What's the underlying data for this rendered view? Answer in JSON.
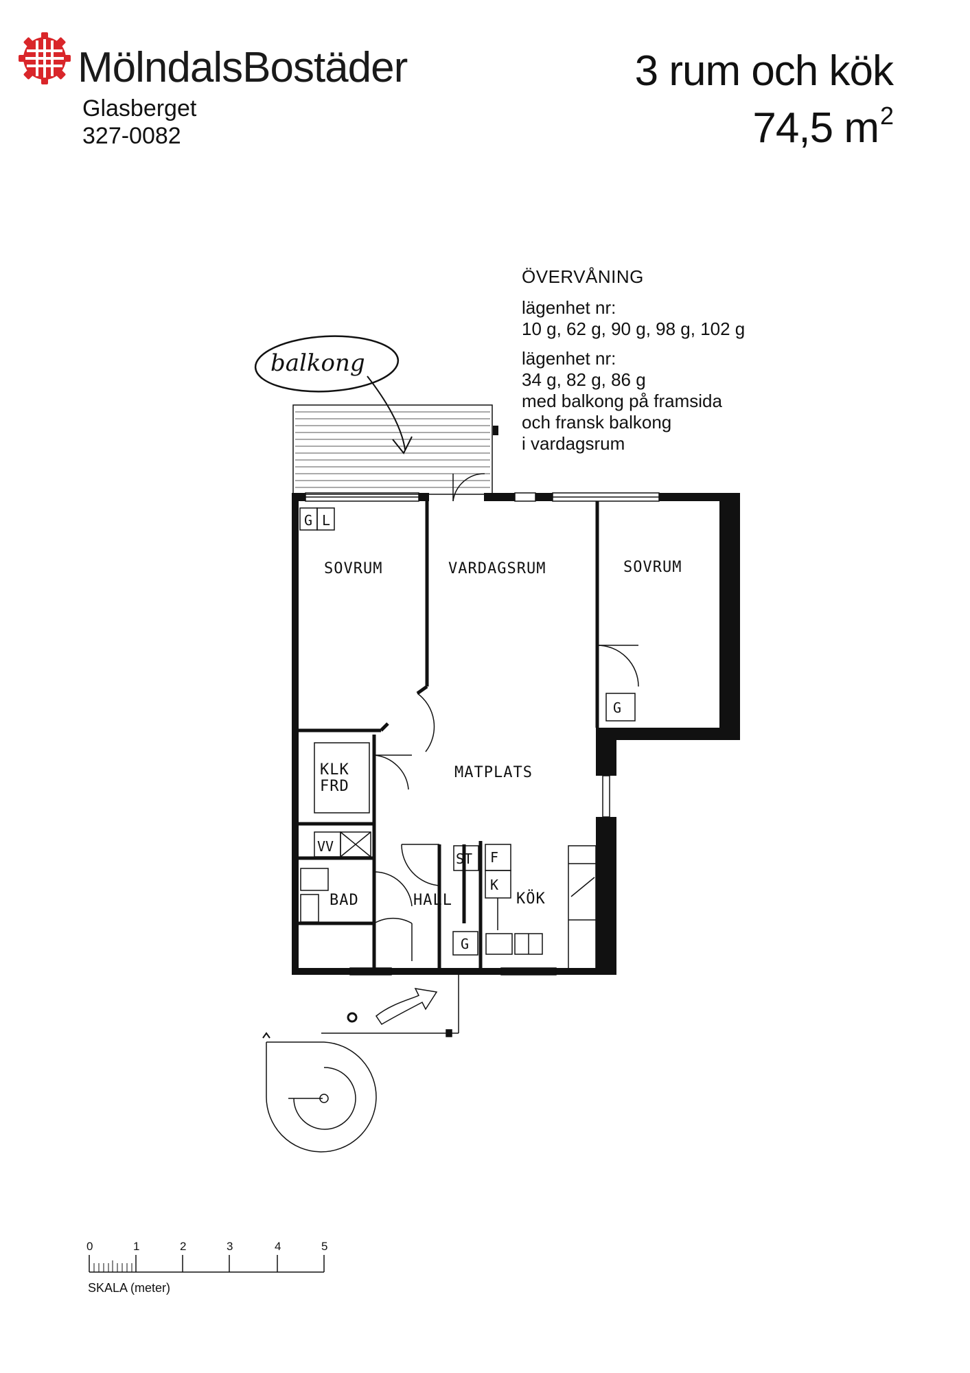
{
  "brand": {
    "name": "MölndalsBostäder",
    "area_name": "Glasberget",
    "object_number": "327-0082",
    "brand_color": "#d9262a"
  },
  "headline": {
    "rooms": "3 rum och kök",
    "area_value": "74,5 m",
    "area_exp": "2"
  },
  "info": {
    "floor": "ÖVERVÅNING",
    "block1_label": "lägenhet nr:",
    "block1_values": "10 g, 62 g, 90 g, 98 g, 102 g",
    "block2_label": "lägenhet nr:",
    "block2_values": "34 g, 82 g, 86 g",
    "block2_line3": "med balkong på framsida",
    "block2_line4": "och fransk balkong",
    "block2_line5": "i vardagsrum"
  },
  "plan": {
    "balcony_note": "balkong",
    "rooms": {
      "sovrum_left": "SOVRUM",
      "vardagsrum": "VARDAGSRUM",
      "sovrum_right": "SOVRUM",
      "matplats": "MATPLATS",
      "klk_line1": "KLK",
      "klk_line2": "FRD",
      "bad": "BAD",
      "hall": "HALL",
      "kok": "KÖK"
    },
    "fixtures": {
      "g": "G",
      "l": "L",
      "vv": "VV",
      "st": "ST",
      "f": "F",
      "k": "K"
    }
  },
  "scale": {
    "ticks": [
      "0",
      "1",
      "2",
      "3",
      "4",
      "5"
    ],
    "caption": "SKALA (meter)"
  }
}
